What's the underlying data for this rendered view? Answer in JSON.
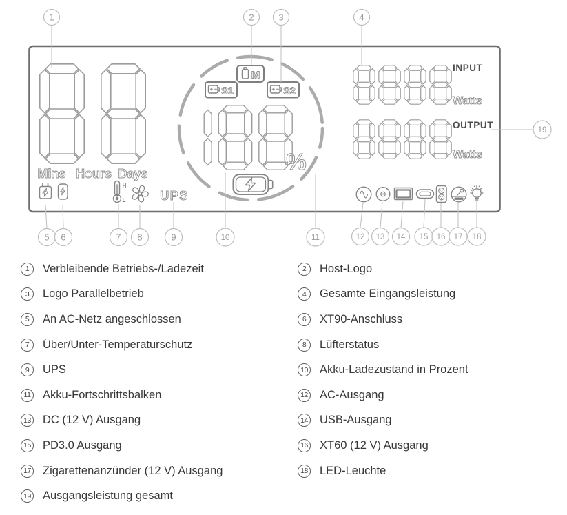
{
  "diagram": {
    "display": {
      "time": {
        "digits": "88",
        "labels": {
          "mins": "Mins",
          "hours": "Hours",
          "days": "Days"
        }
      },
      "ups_label": "UPS",
      "temp": {
        "high": "H",
        "low": "L"
      },
      "battery": {
        "digits": "188",
        "percent": "%",
        "host": "M",
        "s1": "S1",
        "s2": "S2"
      },
      "input": {
        "digits": "8888",
        "label": "INPUT",
        "unit": "Watts"
      },
      "output": {
        "digits": "8888",
        "label": "OUTPUT",
        "unit": "Watts"
      }
    }
  },
  "legend": {
    "items": [
      {
        "num": "1",
        "label": "Verbleibende Betriebs-/Ladezeit"
      },
      {
        "num": "2",
        "label": "Host-Logo"
      },
      {
        "num": "3",
        "label": "Logo Parallelbetrieb"
      },
      {
        "num": "4",
        "label": "Gesamte Eingangsleistung"
      },
      {
        "num": "5",
        "label": "An AC-Netz angeschlossen"
      },
      {
        "num": "6",
        "label": "XT90-Anschluss"
      },
      {
        "num": "7",
        "label": "Über/Unter-Temperaturschutz"
      },
      {
        "num": "8",
        "label": "Lüfterstatus"
      },
      {
        "num": "9",
        "label": "UPS"
      },
      {
        "num": "10",
        "label": "Akku-Ladezustand in Prozent"
      },
      {
        "num": "11",
        "label": "Akku-Fortschrittsbalken"
      },
      {
        "num": "12",
        "label": "AC-Ausgang"
      },
      {
        "num": "13",
        "label": "DC (12 V) Ausgang"
      },
      {
        "num": "14",
        "label": "USB-Ausgang"
      },
      {
        "num": "15",
        "label": "PD3.0 Ausgang"
      },
      {
        "num": "16",
        "label": "XT60 (12 V) Ausgang"
      },
      {
        "num": "17",
        "label": "Zigarettenanzünder (12 V) Ausgang"
      },
      {
        "num": "18",
        "label": "LED-Leuchte"
      },
      {
        "num": "19",
        "label": "Ausgangsleistung gesamt"
      }
    ]
  }
}
